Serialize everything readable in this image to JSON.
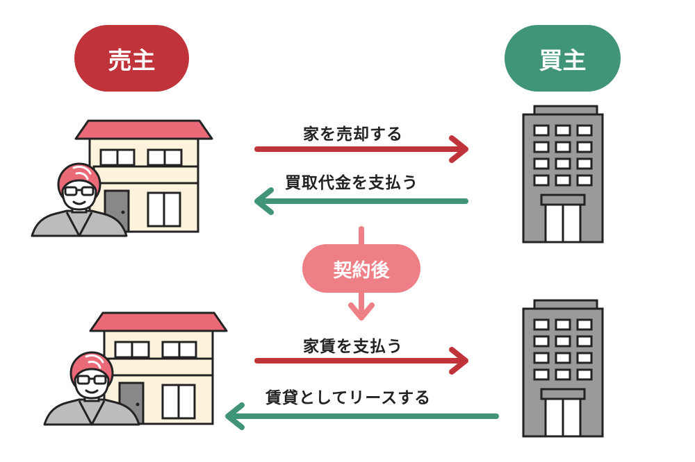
{
  "seller": {
    "label": "売主"
  },
  "buyer": {
    "label": "買主"
  },
  "before": {
    "sell_label": "家を売却する",
    "pay_label": "買取代金を支払う"
  },
  "after_contract": {
    "label": "契約後"
  },
  "after": {
    "rent_label": "家賃を支払う",
    "lease_label": "賃貸としてリースする"
  },
  "colors": {
    "seller_red": "#c0333a",
    "buyer_green": "#3f9479",
    "after_pink": "#ef7f86"
  }
}
